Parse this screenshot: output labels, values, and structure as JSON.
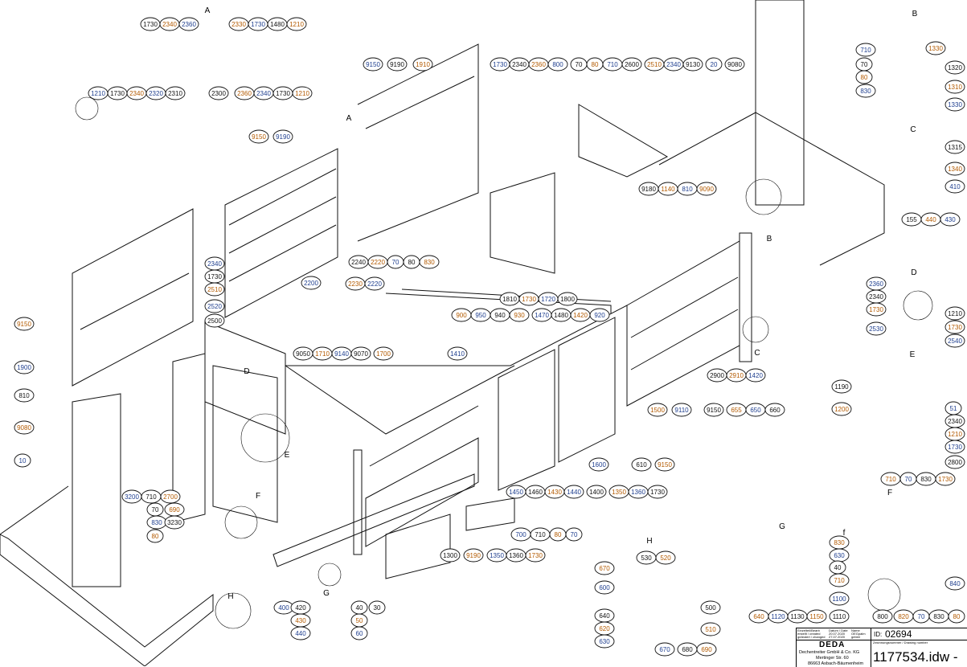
{
  "colors": {
    "line": "#111111",
    "num_orange": "#b35a00",
    "num_blue": "#1f3f8f",
    "num_black": "#111111"
  },
  "detail_labels": [
    {
      "t": "A"
    },
    {
      "t": "A"
    },
    {
      "t": "B"
    },
    {
      "t": "C"
    },
    {
      "t": "B"
    },
    {
      "t": "C"
    },
    {
      "t": "D"
    },
    {
      "t": "E"
    },
    {
      "t": "F"
    },
    {
      "t": "D"
    },
    {
      "t": "E"
    },
    {
      "t": "H"
    },
    {
      "t": "G"
    },
    {
      "t": "f"
    },
    {
      "t": "F"
    },
    {
      "t": "H"
    },
    {
      "t": "G"
    }
  ],
  "callouts": [
    [
      "1730",
      "2340",
      "2360"
    ],
    [
      "2330",
      "1730",
      "1480",
      "1210"
    ],
    [
      "1210",
      "1730",
      "2340",
      "2320",
      "2310"
    ],
    [
      "2300"
    ],
    [
      "2360",
      "2340",
      "1730",
      "1210"
    ],
    [
      "9150"
    ],
    [
      "9190"
    ],
    [
      "1910"
    ],
    [
      "1730",
      "2340",
      "2360",
      "800"
    ],
    [
      "70",
      "80",
      "710",
      "2600"
    ],
    [
      "2510",
      "2340",
      "9130"
    ],
    [
      "20"
    ],
    [
      "9080"
    ],
    [
      "1330"
    ],
    [
      "710"
    ],
    [
      "70"
    ],
    [
      "80"
    ],
    [
      "830"
    ],
    [
      "1320"
    ],
    [
      "1310"
    ],
    [
      "1330"
    ],
    [
      "1315"
    ],
    [
      "1340"
    ],
    [
      "410"
    ],
    [
      "155",
      "440",
      "430"
    ],
    [
      "9150"
    ],
    [
      "9190"
    ],
    [
      "2240",
      "2220",
      "70",
      "80",
      "830"
    ],
    [
      "2230",
      "2220"
    ],
    [
      "2200"
    ],
    [
      "9180",
      "1140",
      "810"
    ],
    [
      "9090"
    ],
    [
      "2340"
    ],
    [
      "1730"
    ],
    [
      "2510"
    ],
    [
      "2520"
    ],
    [
      "2500"
    ],
    [
      "9150"
    ],
    [
      "1900"
    ],
    [
      "810"
    ],
    [
      "9080"
    ],
    [
      "10"
    ],
    [
      "1810",
      "1730",
      "1720",
      "1800"
    ],
    [
      "900",
      "950",
      "940",
      "930"
    ],
    [
      "1470",
      "1480",
      "1420",
      "920"
    ],
    [
      "9050",
      "1710",
      "9140",
      "9070"
    ],
    [
      "1700"
    ],
    [
      "1410"
    ],
    [
      "2900",
      "2910",
      "1420"
    ],
    [
      "1500"
    ],
    [
      "9110"
    ],
    [
      "9150"
    ],
    [
      "655",
      "650",
      "660"
    ],
    [
      "1600"
    ],
    [
      "610"
    ],
    [
      "9150"
    ],
    [
      "1450",
      "1460",
      "1430",
      "1440"
    ],
    [
      "1400"
    ],
    [
      "1350",
      "1360",
      "1730"
    ],
    [
      "3200",
      "710",
      "2700"
    ],
    [
      "70"
    ],
    [
      "690"
    ],
    [
      "830"
    ],
    [
      "3230"
    ],
    [
      "80"
    ],
    [
      "700",
      "710",
      "80",
      "70"
    ],
    [
      "1300"
    ],
    [
      "9190"
    ],
    [
      "1350",
      "1360",
      "1730"
    ],
    [
      "530",
      "520"
    ],
    [
      "670"
    ],
    [
      "600"
    ],
    [
      "640"
    ],
    [
      "620"
    ],
    [
      "630"
    ],
    [
      "500"
    ],
    [
      "510"
    ],
    [
      "670"
    ],
    [
      "680",
      "690"
    ],
    [
      "830"
    ],
    [
      "630"
    ],
    [
      "40"
    ],
    [
      "710"
    ],
    [
      "1100"
    ],
    [
      "1110"
    ],
    [
      "640",
      "1120",
      "1130",
      "1150"
    ],
    [
      "840"
    ],
    [
      "800"
    ],
    [
      "820",
      "70",
      "830",
      "80"
    ],
    [
      "2360"
    ],
    [
      "2340"
    ],
    [
      "1730"
    ],
    [
      "2530"
    ],
    [
      "1210"
    ],
    [
      "1730"
    ],
    [
      "2540"
    ],
    [
      "1190"
    ],
    [
      "1200"
    ],
    [
      "51"
    ],
    [
      "2340"
    ],
    [
      "1210"
    ],
    [
      "1730"
    ],
    [
      "2800"
    ],
    [
      "710",
      "70",
      "830",
      "1730"
    ],
    [
      "400"
    ],
    [
      "420"
    ],
    [
      "430"
    ],
    [
      "440"
    ],
    [
      "40"
    ],
    [
      "50"
    ],
    [
      "60"
    ],
    [
      "30"
    ]
  ],
  "title_block": {
    "h1": "Einzelteil/Bearb",
    "h2": "Datum / Date",
    "h3": "Name",
    "r1a": "erstellt / created",
    "r1b": "20.07.2020",
    "r1c": "OEGpalm",
    "r2a": "geändert / changed",
    "r2b": "27.07.2020",
    "r2c": "gebler",
    "logo": "DEDA",
    "company": "Dechentreiter GmbH & Co. KG",
    "street": "Mertinger Str. 60",
    "city": "86663 Asbach-Bäumenheim",
    "drawing_label": "Zeichnungsnummer / Drawing number",
    "id_label": "ID:",
    "id": "02694",
    "drawing_number": "1177534.idw -"
  }
}
